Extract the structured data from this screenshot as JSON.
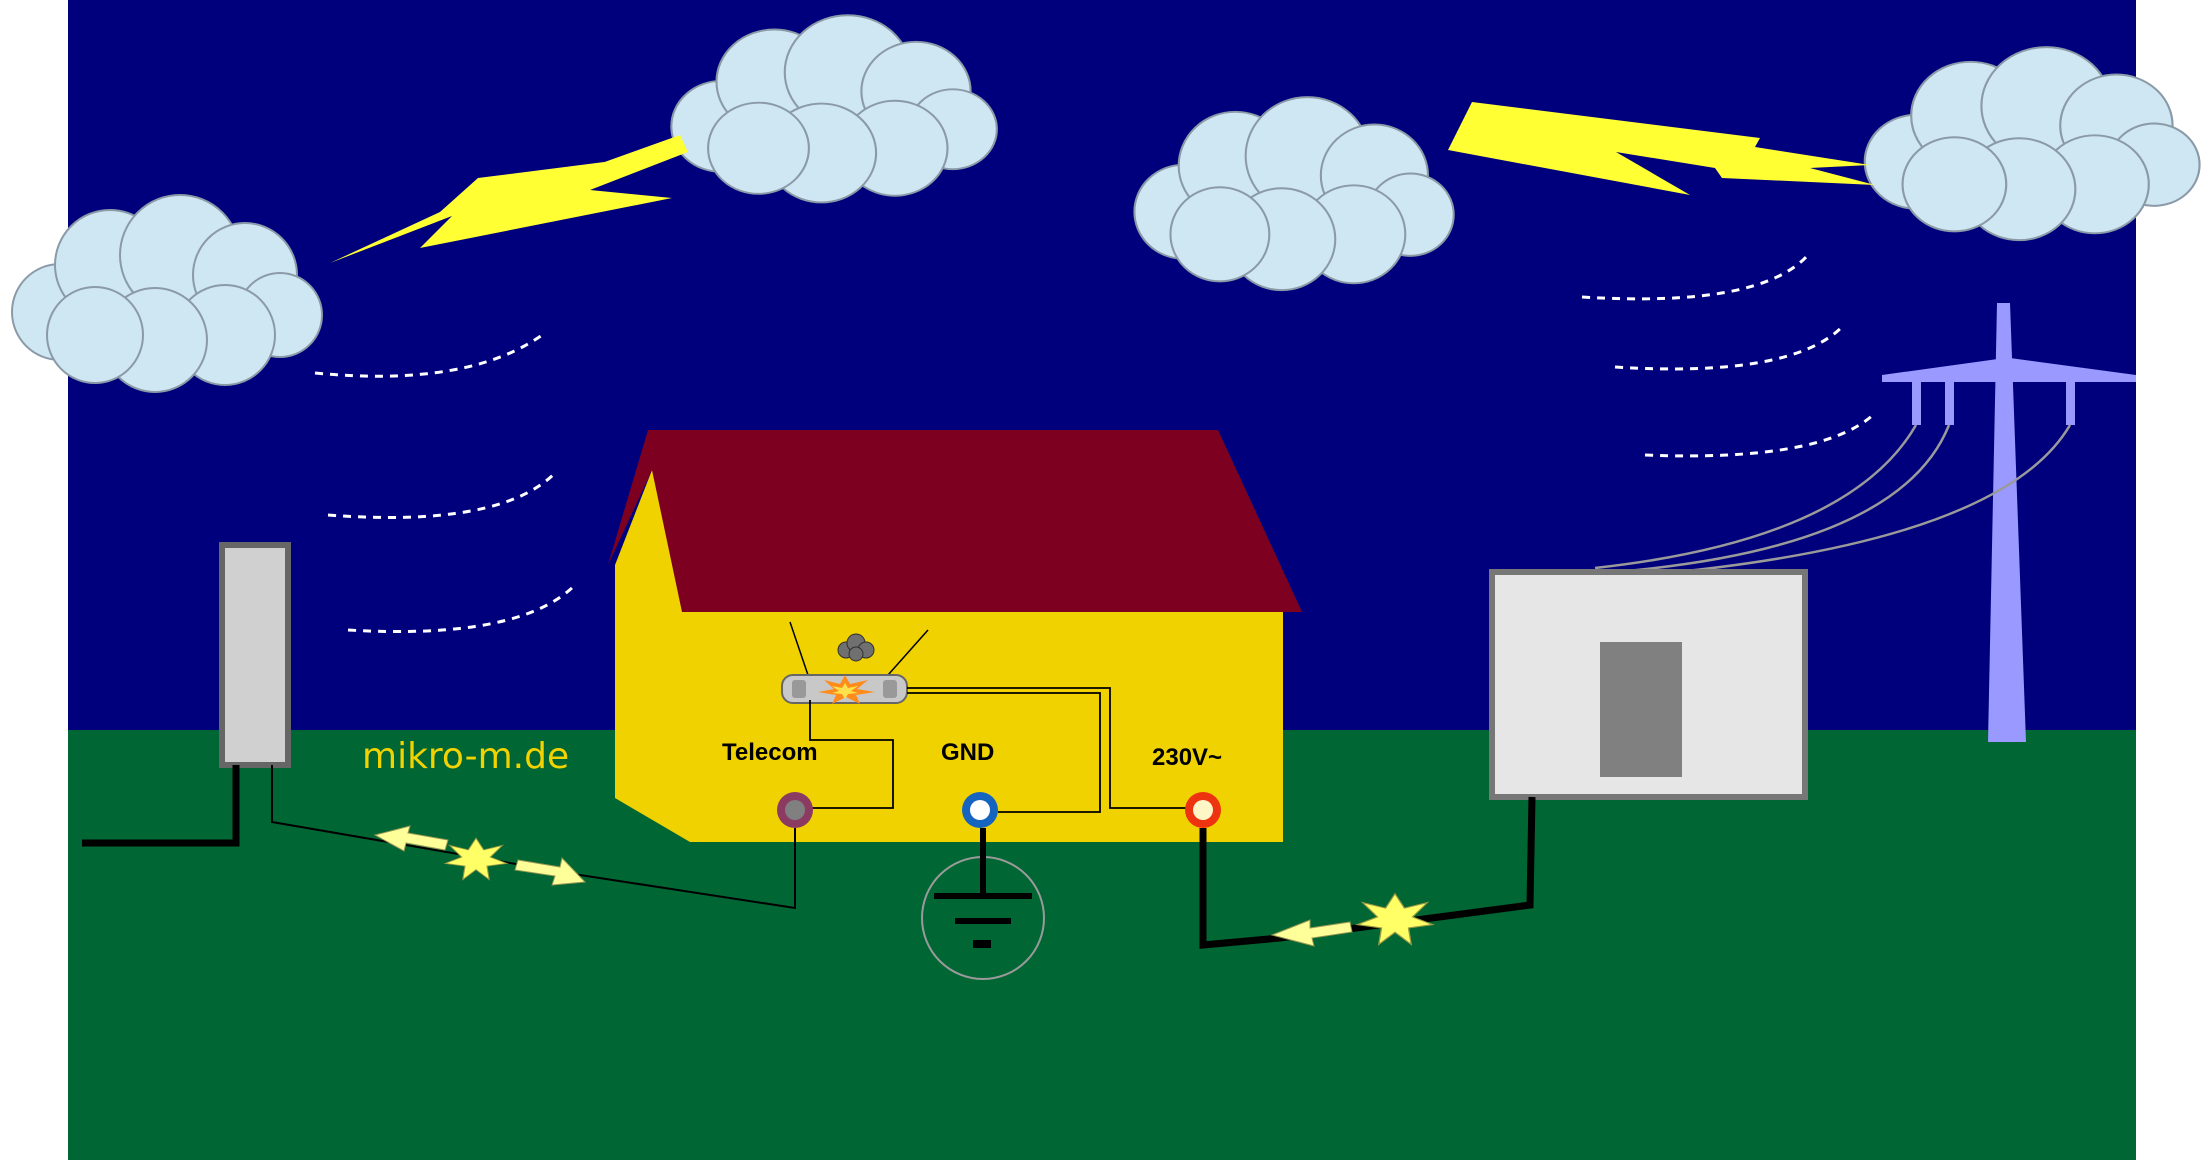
{
  "labels": {
    "brand": "mikro-m.de",
    "telecom": "Telecom",
    "gnd": "GND",
    "power": "230V~"
  },
  "colors": {
    "sky": "#00007d",
    "ground": "#006633",
    "house_wall": "#efd200",
    "roof": "#7e0021",
    "cloud": "#cfe6f3",
    "lightning": "#ffff33",
    "pylon": "#9999ff",
    "telecom_terminal": "#8b3a62",
    "gnd_terminal": "#1565c0",
    "power_terminal": "#ee3311"
  },
  "icons": [
    "cloud-icon",
    "lightning-bolt-icon",
    "spark-icon",
    "ground-symbol-icon",
    "power-pylon-icon",
    "surge-protector-icon"
  ]
}
